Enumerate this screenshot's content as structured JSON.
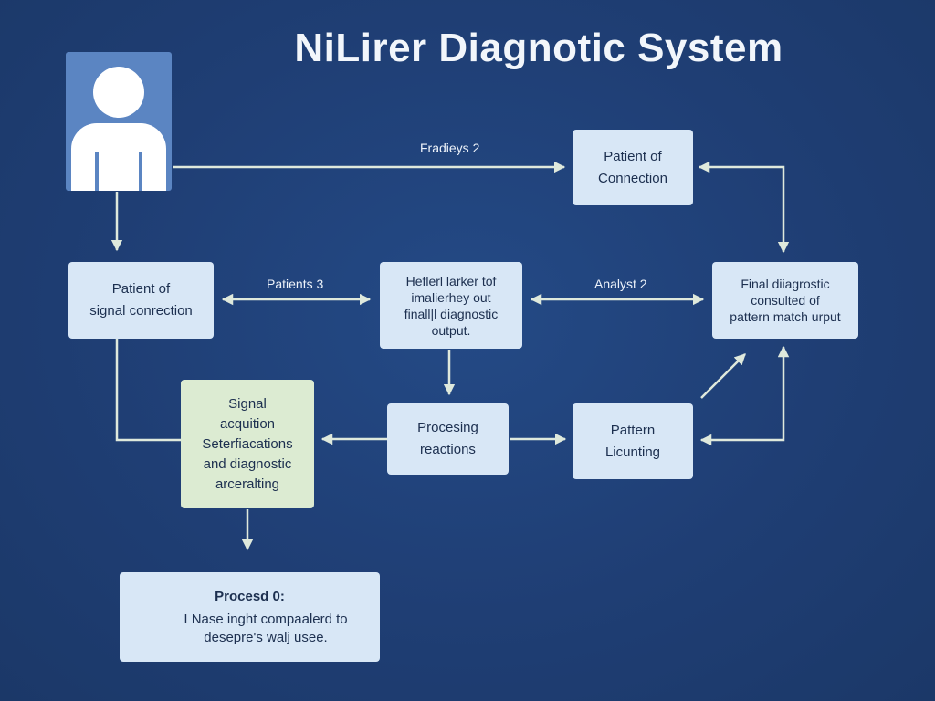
{
  "diagram": {
    "title": "NiLirer Diagnotic System",
    "nodes": {
      "patient_connection_top": "Patient of\nConnection",
      "patient_signal": "Patient of\nsignal conrection",
      "heflerl_marker": "Heflerl larker tof\nimalierhey out\nfinall|l diagnostic\noutput.",
      "final_diagnostic": "Final diiagrostic\nconsulted of\npattern match urput",
      "signal_acquisition": "Signal\nacquition\nSeterfiacations\nand diagnostic\narceralting",
      "processing": "Procesing\nreactions",
      "pattern": "Pattern\nLicunting"
    },
    "edge_labels": {
      "fradieys": "Fradieys 2",
      "patients": "Patients 3",
      "analyst": "Analyst 2"
    },
    "process_box": {
      "title": "Procesd 0:",
      "text": "I Nase inght compaalerd to\ndesepre's walj usee."
    },
    "icons": {
      "user": "user-icon"
    },
    "colors": {
      "background": "#1f3e73",
      "node": "#d8e7f6",
      "node_highlight": "#dcebd2",
      "connector": "#dfe9dc",
      "user_tile": "#5b85c2"
    }
  }
}
